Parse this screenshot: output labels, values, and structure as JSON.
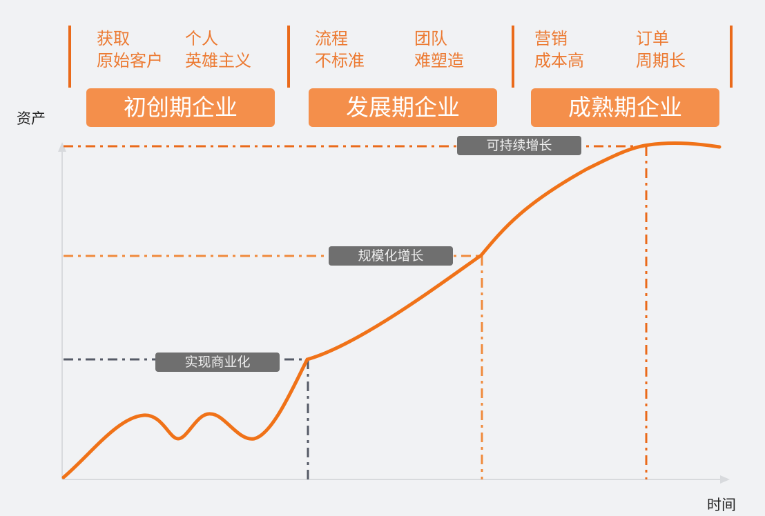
{
  "axes": {
    "y_label": "资产",
    "x_label": "时间"
  },
  "stages": [
    {
      "label": "初创期企业",
      "pains": [
        [
          "获取",
          "原始客户"
        ],
        [
          "个人",
          "英雄主义"
        ]
      ]
    },
    {
      "label": "发展期企业",
      "pains": [
        [
          "流程",
          "不标准"
        ],
        [
          "团队",
          "难塑造"
        ]
      ]
    },
    {
      "label": "成熟期企业",
      "pains": [
        [
          "营销",
          "成本高"
        ],
        [
          "订单",
          "周期长"
        ]
      ]
    }
  ],
  "milestones": [
    {
      "label": "实现商业化",
      "color": "#555a66"
    },
    {
      "label": "规模化增长",
      "color": "#f08a3c"
    },
    {
      "label": "可持续增长",
      "color": "#ea6a1a"
    }
  ],
  "colors": {
    "accent": "#ea6a1a",
    "stage_box": "#f48f4b",
    "tag": "#6f6f6f",
    "background": "#f1f2f4"
  }
}
